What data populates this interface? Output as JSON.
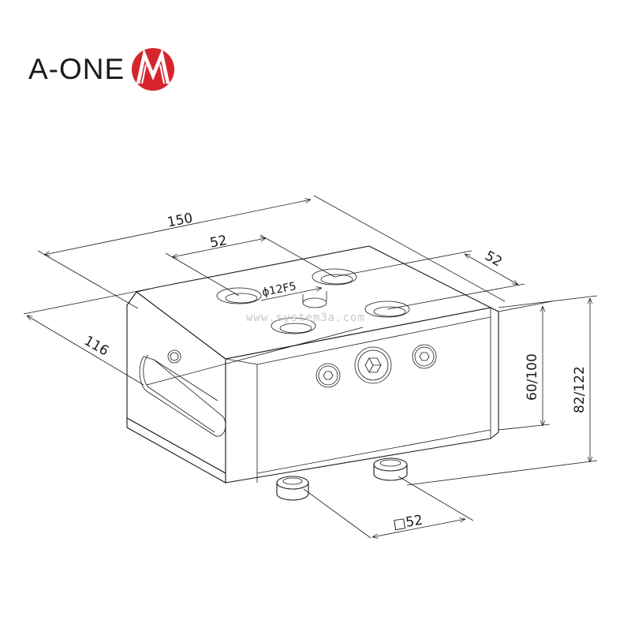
{
  "brand": {
    "name": "A-ONE",
    "logo_color": "#d6262c"
  },
  "watermark": "www.system3a.com",
  "drawing": {
    "title": "Isometric drawing of pallet holder with dimensions",
    "dimensions": {
      "overall_length": "150",
      "hole_spacing_x": "52",
      "hole_spacing_y": "52",
      "reference_bore": "ϕ12F5",
      "width": "116",
      "body_height": "60∕100",
      "total_height": "82∕122",
      "spigot_square": "□52"
    }
  }
}
